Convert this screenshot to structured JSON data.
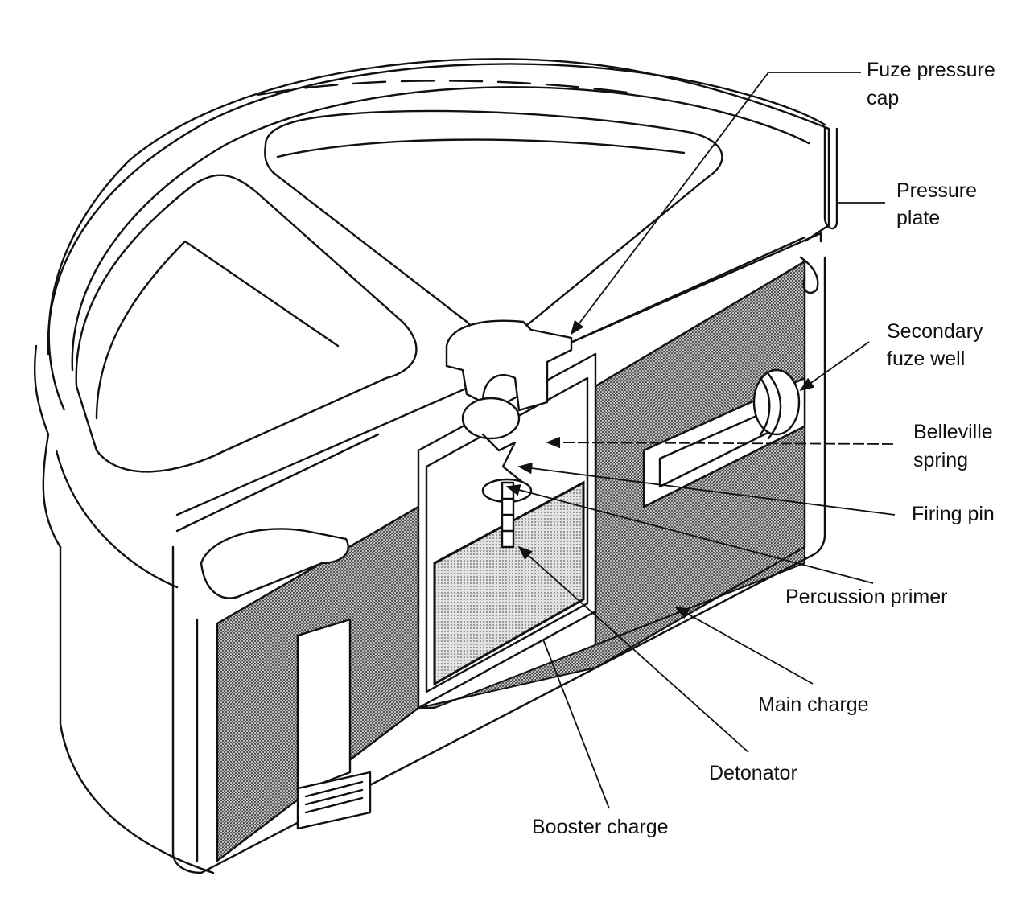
{
  "diagram": {
    "title": "Anti-tank mine cutaway",
    "colors": {
      "ink": "#111111",
      "charge_fill": "#8a8a8a",
      "booster_fill": "#c8c8c8",
      "background": "#ffffff"
    },
    "labels": {
      "fuze_pressure_cap": [
        "Fuze pressure",
        "cap"
      ],
      "pressure_plate": [
        "Pressure",
        "plate"
      ],
      "secondary_fuze_well": [
        "Secondary",
        "fuze well"
      ],
      "belleville_spring": [
        "Belleville",
        "spring"
      ],
      "firing_pin": "Firing pin",
      "percussion_primer": "Percussion primer",
      "main_charge": "Main charge",
      "detonator": "Detonator",
      "booster_charge": "Booster charge"
    }
  }
}
